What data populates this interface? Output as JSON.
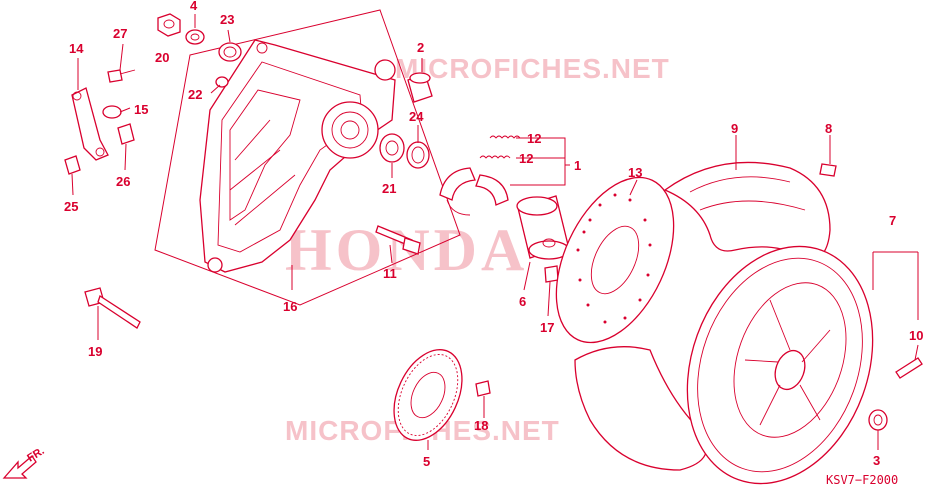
{
  "watermarks": {
    "top": "MICROFICHES.NET",
    "center": "HONDA",
    "bottom": "MICROFICHES.NET"
  },
  "diagram_code": "KSV7−F2000",
  "fr_label": "FR.",
  "callouts": [
    {
      "id": "c1",
      "text": "1"
    },
    {
      "id": "c2",
      "text": "2"
    },
    {
      "id": "c3",
      "text": "3"
    },
    {
      "id": "c4",
      "text": "4"
    },
    {
      "id": "c5",
      "text": "5"
    },
    {
      "id": "c6",
      "text": "6"
    },
    {
      "id": "c7",
      "text": "7"
    },
    {
      "id": "c8",
      "text": "8"
    },
    {
      "id": "c9",
      "text": "9"
    },
    {
      "id": "c10",
      "text": "10"
    },
    {
      "id": "c11",
      "text": "11"
    },
    {
      "id": "c12a",
      "text": "12"
    },
    {
      "id": "c12b",
      "text": "12"
    },
    {
      "id": "c13",
      "text": "13"
    },
    {
      "id": "c14",
      "text": "14"
    },
    {
      "id": "c15",
      "text": "15"
    },
    {
      "id": "c16",
      "text": "16"
    },
    {
      "id": "c17",
      "text": "17"
    },
    {
      "id": "c18",
      "text": "18"
    },
    {
      "id": "c19",
      "text": "19"
    },
    {
      "id": "c20",
      "text": "20"
    },
    {
      "id": "c21",
      "text": "21"
    },
    {
      "id": "c22",
      "text": "22"
    },
    {
      "id": "c23",
      "text": "23"
    },
    {
      "id": "c24",
      "text": "24"
    },
    {
      "id": "c25",
      "text": "25"
    },
    {
      "id": "c26",
      "text": "26"
    },
    {
      "id": "c27",
      "text": "27"
    }
  ],
  "colors": {
    "ink": "#d9002e",
    "watermark": "#f6c2c9",
    "background": "#ffffff"
  },
  "icons": {
    "front_arrow": "arrow-down-left-icon"
  }
}
